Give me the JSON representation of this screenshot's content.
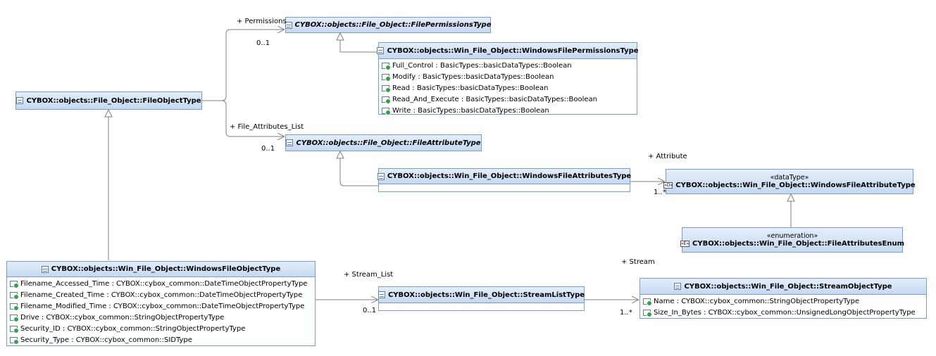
{
  "classes": {
    "file_object": {
      "name": "CYBOX::objects::File_Object::FileObjectType"
    },
    "file_permissions": {
      "name": "CYBOX::objects::File_Object::FilePermissionsType"
    },
    "win_file_permissions": {
      "name": "CYBOX::objects::Win_File_Object::WindowsFilePermissionsType",
      "attributes": [
        "Full_Control : BasicTypes::basicDataTypes::Boolean",
        "Modify : BasicTypes::basicDataTypes::Boolean",
        "Read : BasicTypes::basicDataTypes::Boolean",
        "Read_And_Execute : BasicTypes::basicDataTypes::Boolean",
        "Write : BasicTypes::basicDataTypes::Boolean"
      ]
    },
    "file_attribute": {
      "name": "CYBOX::objects::File_Object::FileAttributeType"
    },
    "win_file_attributes": {
      "name": "CYBOX::objects::Win_File_Object::WindowsFileAttributesType"
    },
    "win_file_attribute": {
      "stereotype": "«dataType»",
      "icon": "«D»",
      "name": "CYBOX::objects::Win_File_Object::WindowsFileAttributeType"
    },
    "file_attributes_enum": {
      "stereotype": "«enumeration»",
      "icon": "«E»",
      "name": "CYBOX::objects::Win_File_Object::FileAttributesEnum"
    },
    "win_file_object": {
      "name": "CYBOX::objects::Win_File_Object::WindowsFileObjectType",
      "attributes": [
        "Filename_Accessed_Time : CYBOX::cybox_common::DateTimeObjectPropertyType",
        "Filename_Created_Time : CYBOX::cybox_common::DateTimeObjectPropertyType",
        "Filename_Modified_Time : CYBOX::cybox_common::DateTimeObjectPropertyType",
        "Drive : CYBOX::cybox_common::StringObjectPropertyType",
        "Security_ID : CYBOX::cybox_common::StringObjectPropertyType",
        "Security_Type : CYBOX::cybox_common::SIDType"
      ]
    },
    "stream_list": {
      "name": "CYBOX::objects::Win_File_Object::StreamListType"
    },
    "stream_object": {
      "name": "CYBOX::objects::Win_File_Object::StreamObjectType",
      "attributes": [
        "Name : CYBOX::cybox_common::StringObjectPropertyType",
        "Size_In_Bytes : CYBOX::cybox_common::UnsignedLongObjectPropertyType"
      ]
    }
  },
  "labels": {
    "permissions_role": "+ Permissions",
    "permissions_mult": "0..1",
    "file_attributes_list_role": "+ File_Attributes_List",
    "file_attributes_list_mult": "0..1",
    "attribute_role": "+ Attribute",
    "attribute_mult": "1..*",
    "stream_list_role": "+ Stream_List",
    "stream_list_mult": "0..1",
    "stream_role": "+ Stream",
    "stream_mult": "1..*"
  },
  "colors": {
    "class_border": "#7a9cc6",
    "header_top": "#e4eefa",
    "header_bottom": "#c6d9f0",
    "edge": "#808080",
    "attribute_marker": "#33a04a"
  },
  "icons": {
    "class": "class-icon",
    "attribute": "attribute-icon",
    "datatype": "datatype-icon",
    "enumeration": "enumeration-icon"
  }
}
